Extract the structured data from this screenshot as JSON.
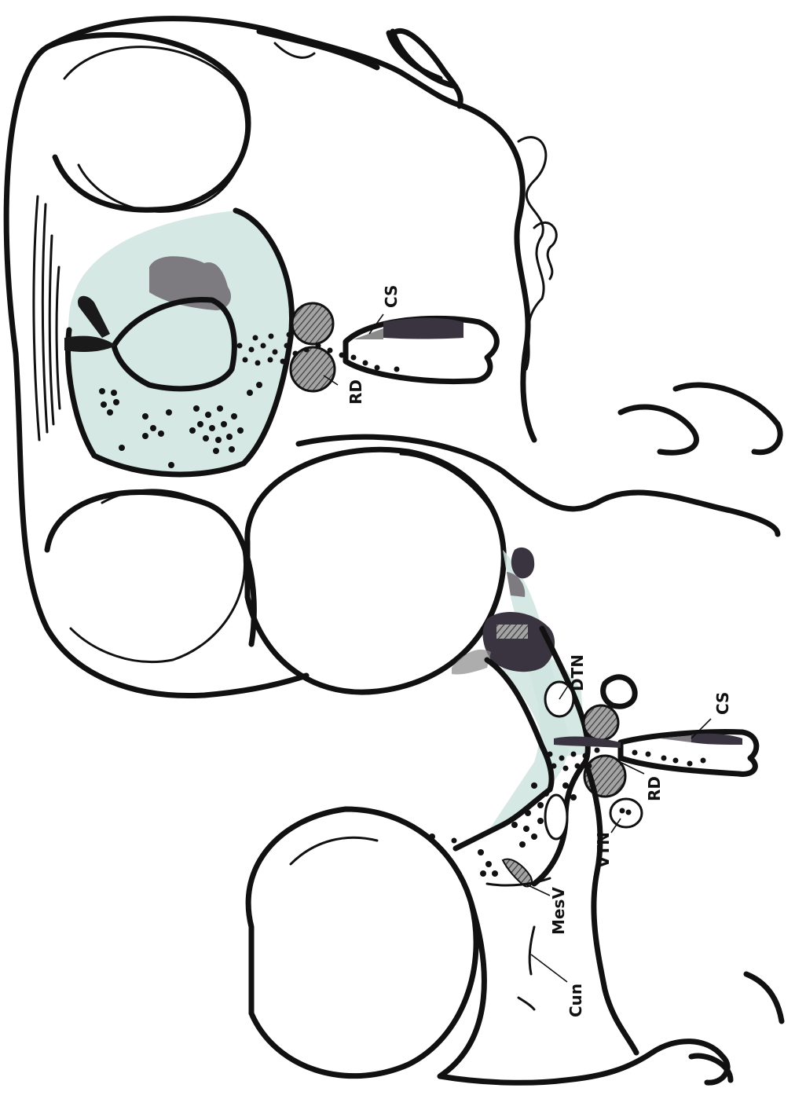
{
  "labels": {
    "cs_upper": "CS",
    "rd_upper": "RD",
    "dtn": "DTN",
    "cs_lower": "CS",
    "rd_lower": "RD",
    "vtn": "VTN",
    "mesv": "MesV",
    "cun": "Cun"
  },
  "colors": {
    "line": "#111111",
    "shading": "#cfe4df",
    "dark_fill": "#3a3440",
    "mid_fill": "#7d7a80",
    "hatch_fill": "#8a8a8a"
  }
}
